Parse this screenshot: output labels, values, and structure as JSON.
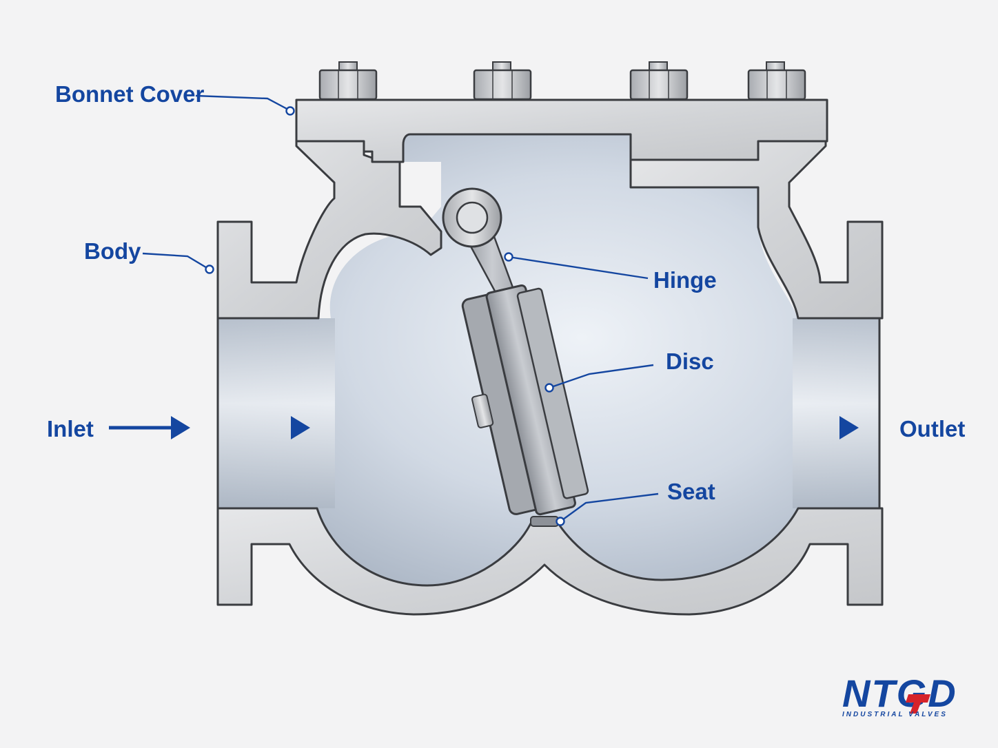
{
  "labels": {
    "bonnet_cover": "Bonnet Cover",
    "body": "Body",
    "hinge": "Hinge",
    "disc": "Disc",
    "seat": "Seat",
    "inlet": "Inlet",
    "outlet": "Outlet"
  },
  "logo": {
    "brand": "NTGD",
    "tagline": "INDUSTRIAL VALVES",
    "brand_color": "#1446a0",
    "accent_color": "#d6232a"
  },
  "colors": {
    "label": "#1446a0",
    "metal_section": "#d7d9dc",
    "metal_outline": "#3a3c40",
    "cavity": "#c9d2de",
    "background": "#f3f3f4"
  }
}
